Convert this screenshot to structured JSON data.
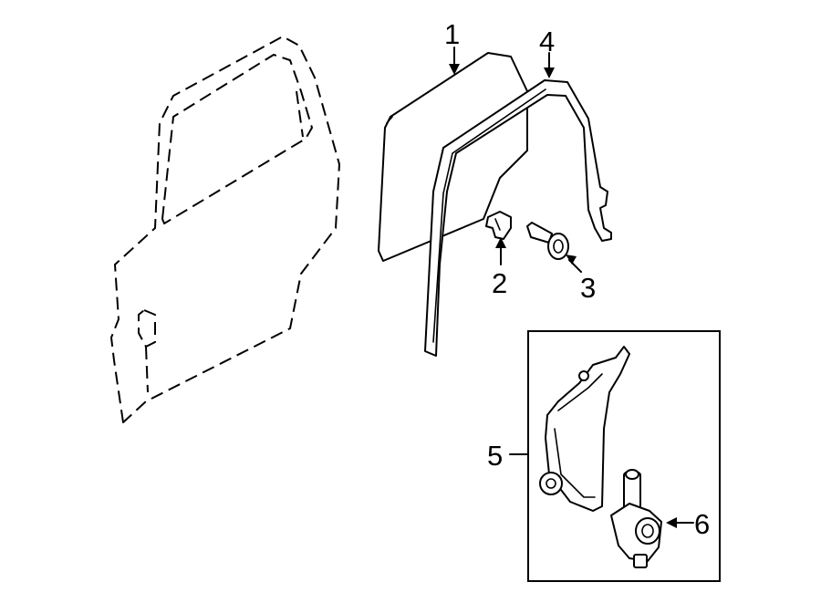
{
  "callouts": [
    {
      "id": "glass",
      "label": "1"
    },
    {
      "id": "clip",
      "label": "2"
    },
    {
      "id": "bolt",
      "label": "3"
    },
    {
      "id": "run-channel",
      "label": "4"
    },
    {
      "id": "regulator",
      "label": "5"
    },
    {
      "id": "motor",
      "label": "6"
    }
  ],
  "colors": {
    "line": "#000000",
    "background": "#ffffff"
  }
}
